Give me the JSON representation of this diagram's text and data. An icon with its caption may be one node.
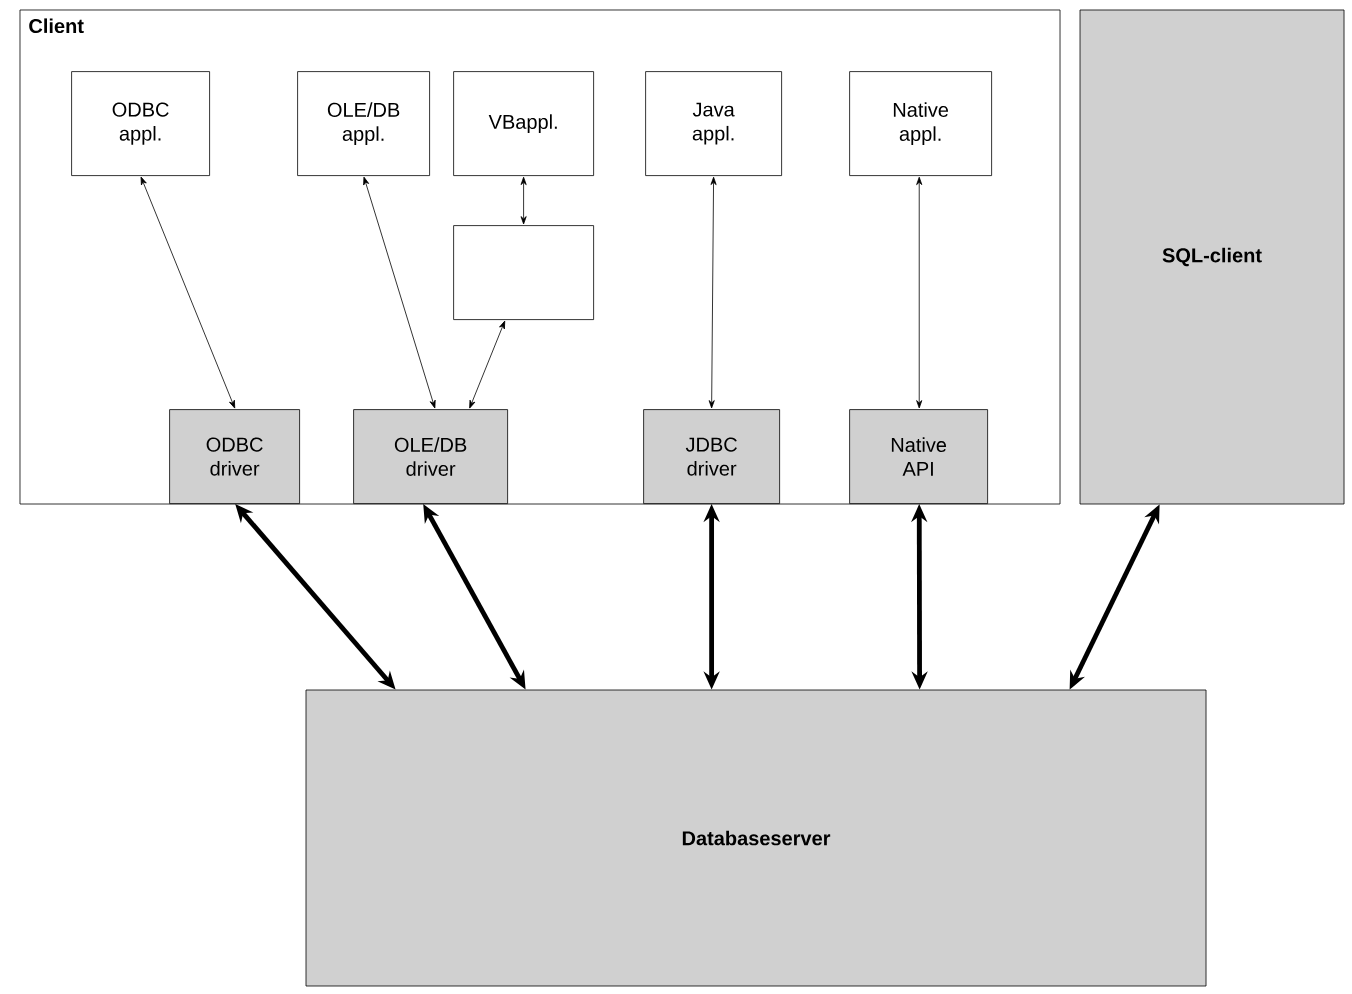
{
  "diagram": {
    "nodes": [
      {
        "text": [
          "Client"
        ]
      },
      {
        "text": [
          "SQL-client"
        ]
      },
      {
        "text": [
          "ODBC appl."
        ],
        "in": 0
      },
      {
        "text": [
          "OLE/DB appl."
        ],
        "in": 0
      },
      {
        "text": [
          "VBappl."
        ],
        "in": 0
      },
      {
        "text": [
          "Java appl."
        ],
        "in": 0
      },
      {
        "text": [
          "Native appl."
        ],
        "in": 0
      },
      {
        "text": [],
        "shape": "box",
        "in": 0
      },
      {
        "text": [
          "ODBC driver"
        ],
        "in": 0
      },
      {
        "text": [
          "OLE/DB driver"
        ],
        "in": 0
      },
      {
        "text": [
          "JDBC driver"
        ],
        "in": 0
      },
      {
        "text": [
          "Native API"
        ],
        "in": 0
      },
      {
        "text": [
          "Databaseserver"
        ]
      }
    ],
    "edges": [
      {
        "from": 2,
        "to": 8,
        "arrow": "both"
      },
      {
        "from": 3,
        "to": 9,
        "arrow": "both"
      },
      {
        "from": 4,
        "to": 7,
        "arrow": "both"
      },
      {
        "from": 7,
        "to": 9,
        "arrow": "both"
      },
      {
        "from": 5,
        "to": 10,
        "arrow": "both"
      },
      {
        "from": 6,
        "to": 11,
        "arrow": "both"
      },
      {
        "from": 8,
        "to": 12,
        "arrow": "both",
        "style": "thick"
      },
      {
        "from": 9,
        "to": 12,
        "arrow": "both",
        "style": "thick"
      },
      {
        "from": 10,
        "to": 12,
        "arrow": "both",
        "style": "thick"
      },
      {
        "from": 11,
        "to": 12,
        "arrow": "both",
        "style": "thick"
      },
      {
        "from": 1,
        "to": 12,
        "arrow": "both",
        "style": "thick"
      }
    ]
  }
}
